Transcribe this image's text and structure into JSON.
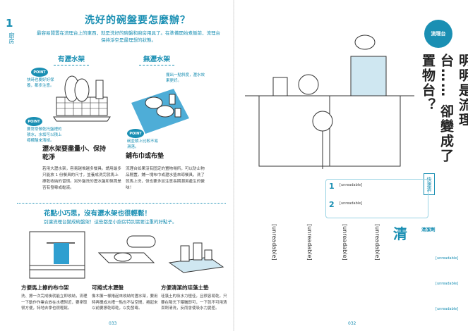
{
  "left": {
    "chapter_number": "1",
    "chapter_label": "廚房",
    "title": "洗好的碗盤要怎麼辦？",
    "intro": "最容易閒置在流理台上的東西，就是洗好的碗盤和廚房用具了。在準備開始煮飯前，流理台保持淨空是最理想的狀態。",
    "with_rack": {
      "heading": "有瀝水架",
      "point_label": "POINT",
      "point1": "快時也要好好保養，都多注意。",
      "point2": "要常常做乾托盤裡的積水，水垢可以積上檸檬酸來清掉。",
      "title": "瀝水架要盡量小、保持乾淨",
      "body": "若用大瀝水架，容易越堆越多餐具。請用最多只能放 1 份餐具的尺寸，並養成洗完就馬上擦乾收納的習慣。另外盤洗的瀝水盤和筷筒是否有發霉或黏液。"
    },
    "without_rack": {
      "heading": "無瀝水架",
      "point_label": "POINT",
      "point1": "擺出一點斜度，瀝水效果更好。",
      "point2": "碗並朝上比較不易滑落。",
      "title": "鋪布巾或布墊",
      "body": "流理台如果沒有固定的置物場所，可以防止物品閒置。鋪一塊布巾或瀝水墊來晾餐具，洗了就馬上洗，但也要多加注意長期潮濕產生的黴味！"
    },
    "tips": {
      "title": "花點小巧思，沒有瀝水架也很輕鬆！",
      "subtitle": "別讓流理台變成碗盤架！這些都是小廚房特別需要注重的好點子。",
      "items": [
        {
          "title": "方便馬上擦的布巾架",
          "body": "洗、擦一次完成後就能立即收納，流理一下動作作業合放在水槽附近，要拿取很方便，特地去拿也很輕鬆。"
        },
        {
          "title": "可捲式木瀝盤",
          "body": "像木簾一樣捲起來收納的瀝水架，要用時再攤成水槽一點也不佔空間，捲起來以前要擦乾晾乾，以免發霉。"
        },
        {
          "title": "方便清潔的珪藻土墊",
          "body": "珪藻土的吸水力極佳，且很容易乾，只要在陽光下曝曬即可，一下就不可用清潔劑清洗，反而會使吸水力變差。"
        }
      ]
    },
    "page_number": "033"
  },
  "right": {
    "badge": "流理台",
    "headline": "明明是流理台…… 卻變成了置物台？",
    "tag": "快速清",
    "step1_num": "1",
    "step1_text": "[unreadable]",
    "step2_num": "2",
    "step2_text": "[unreadable]",
    "section_char": "清",
    "column_text": [
      "[unreadable]",
      "[unreadable]",
      "[unreadable]",
      "[unreadable]"
    ],
    "sidebar_title": "清潔劑",
    "sidebar_labels": [
      "[unreadable]",
      "[unreadable]",
      "[unreadable]"
    ],
    "page_number": "032"
  },
  "colors": {
    "accent": "#1a8fb3",
    "accent_light": "#9ad3e4",
    "fabric": "#2f9fd0"
  }
}
